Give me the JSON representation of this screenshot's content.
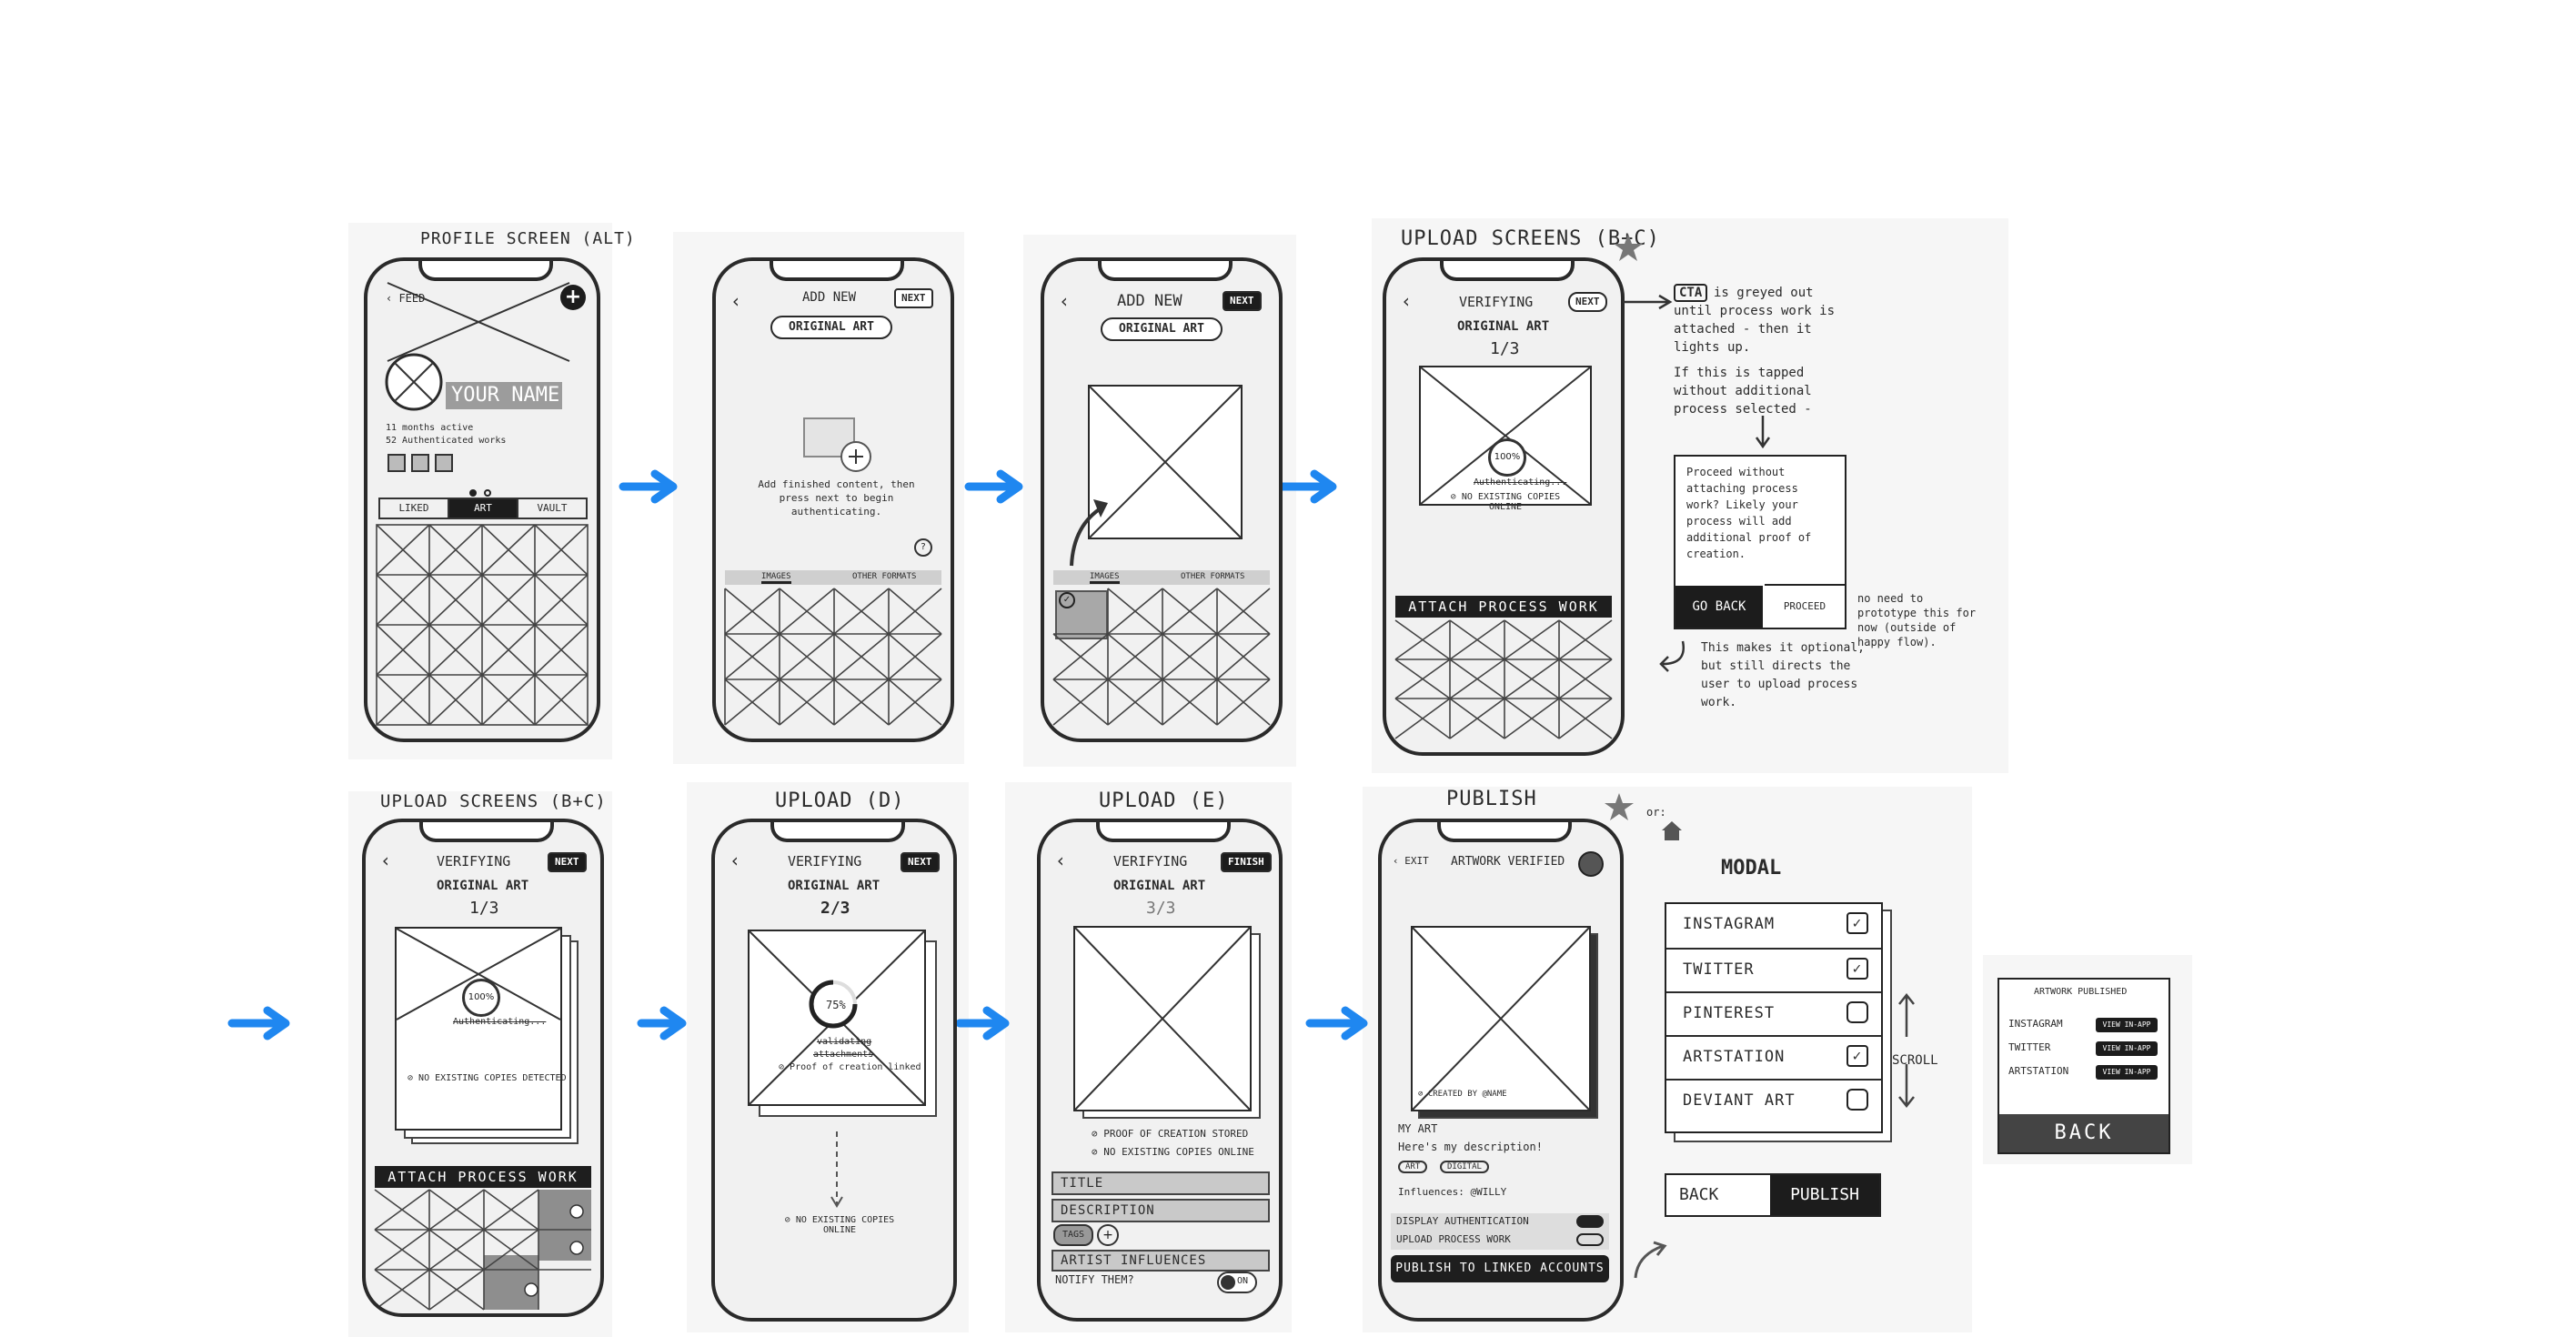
{
  "colors": {
    "arrow": "#1f87f0",
    "ink": "#2a2a2a",
    "fill_dark": "#1c1c1c",
    "panel": "#f6f6f6"
  },
  "titles": {
    "profile": "PROFILE SCREEN (ALT)",
    "upload_bc": "UPLOAD SCREENS (B+C)",
    "upload_bc2": "UPLOAD SCREENS (B+C)",
    "upload_d": "UPLOAD (D)",
    "upload_e": "UPLOAD (E)",
    "publish": "PUBLISH"
  },
  "screen1": {
    "back": "FEED",
    "name": "YOUR NAME",
    "stats1": "11 months active",
    "stats2": "52 Authenticated works",
    "tabs": [
      "LIKED",
      "ART",
      "VAULT"
    ]
  },
  "screen2": {
    "title": "ADD NEW",
    "next": "NEXT",
    "pill": "ORIGINAL ART",
    "instruction": "Add finished content, then press next to begin authenticating.",
    "tabs": [
      "IMAGES",
      "OTHER FORMATS"
    ]
  },
  "screen3": {
    "title": "ADD NEW",
    "next": "NEXT",
    "pill": "ORIGINAL ART",
    "tabs": [
      "IMAGES",
      "OTHER FORMATS"
    ]
  },
  "screen4": {
    "title": "VERIFYING",
    "next": "NEXT",
    "subtitle": "ORIGINAL ART",
    "count": "1/3",
    "pct": "100%",
    "status": "Authenticating...",
    "nocopies": "NO EXISTING COPIES ONLINE",
    "attach": "ATTACH PROCESS WORK"
  },
  "notes": {
    "cta_label": "CTA",
    "cta": "is greyed out until process work is attached - then it lights up.",
    "tapped": "If this is tapped without additional process selected -",
    "dialog": "Proceed without attaching process work? Likely your process will add additional proof of creation.",
    "go_back": "GO BACK",
    "proceed": "PROCEED",
    "no_need": "no need to prototype this for now (outside of happy flow).",
    "optional": "This makes it optional, but still directs the user to upload process work."
  },
  "screen5": {
    "title": "VERIFYING",
    "next": "NEXT",
    "subtitle": "ORIGINAL ART",
    "count": "1/3",
    "pct": "100%",
    "status": "Authenticating...",
    "nocopies": "NO EXISTING COPIES DETECTED",
    "attach": "ATTACH PROCESS WORK"
  },
  "screen6": {
    "title": "VERIFYING",
    "next": "NEXT",
    "subtitle": "ORIGINAL ART",
    "count": "2/3",
    "pct": "75%",
    "status1": "validating",
    "status2": "attachments",
    "proof": "Proof of creation linked",
    "nocopies": "NO EXISTING COPIES ONLINE"
  },
  "screen7": {
    "title": "VERIFYING",
    "next": "FINISH",
    "subtitle": "ORIGINAL ART",
    "count": "3/3",
    "check1": "PROOF OF CREATION STORED",
    "check2": "NO EXISTING COPIES ONLINE",
    "fields": [
      "TITLE",
      "DESCRIPTION"
    ],
    "tag": "TAGS",
    "field3": "ARTIST INFLUENCES",
    "notify": "NOTIFY THEM?",
    "toggle": "ON"
  },
  "screen8": {
    "back": "EXIT",
    "title": "ARTWORK VERIFIED",
    "created": "CREATED BY @NAME",
    "art_title": "MY ART",
    "desc": "Here's my description!",
    "tags": [
      "ART",
      "DIGITAL"
    ],
    "influences": "Influences: @WILLY",
    "toggle1": "DISPLAY AUTHENTICATION",
    "toggle2": "UPLOAD PROCESS WORK",
    "publish": "PUBLISH TO LINKED ACCOUNTS"
  },
  "modal": {
    "title": "MODAL",
    "or": "or:",
    "items": [
      "INSTAGRAM",
      "TWITTER",
      "PINTEREST",
      "ARTSTATION",
      "DEVIANT ART"
    ],
    "scroll": "SCROLL",
    "back": "BACK",
    "publish": "PUBLISH"
  },
  "published": {
    "title": "ARTWORK PUBLISHED",
    "rows": [
      "INSTAGRAM",
      "TWITTER",
      "ARTSTATION"
    ],
    "view": "VIEW IN-APP",
    "back": "BACK"
  }
}
